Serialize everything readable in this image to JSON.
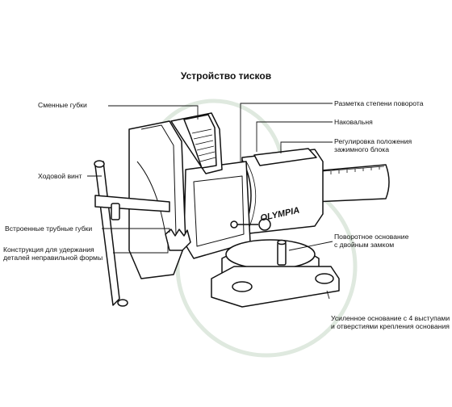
{
  "title": "Устройство тисков",
  "brand": "OLYMPIA",
  "labels": {
    "jaws": "Сменные губки",
    "lead_screw": "Ходовой винт",
    "pipe_jaws": "Встроенные трубные губки",
    "irregular_line1": "Конструкция для удержания",
    "irregular_line2": "деталей неправильной формы",
    "rotation_scale": "Разметка степени поворота",
    "anvil": "Наковальня",
    "clamp_line1": "Регулировка положения",
    "clamp_line2": "зажимного блока",
    "swivel_line1": "Поворотное основание",
    "swivel_line2": "с двойным замком",
    "base_line1": "Усиленное основание с 4 выступами",
    "base_line2": "и отверстиями крепления основания"
  },
  "colors": {
    "ink": "#111111",
    "watermark": "#dfe9df"
  }
}
